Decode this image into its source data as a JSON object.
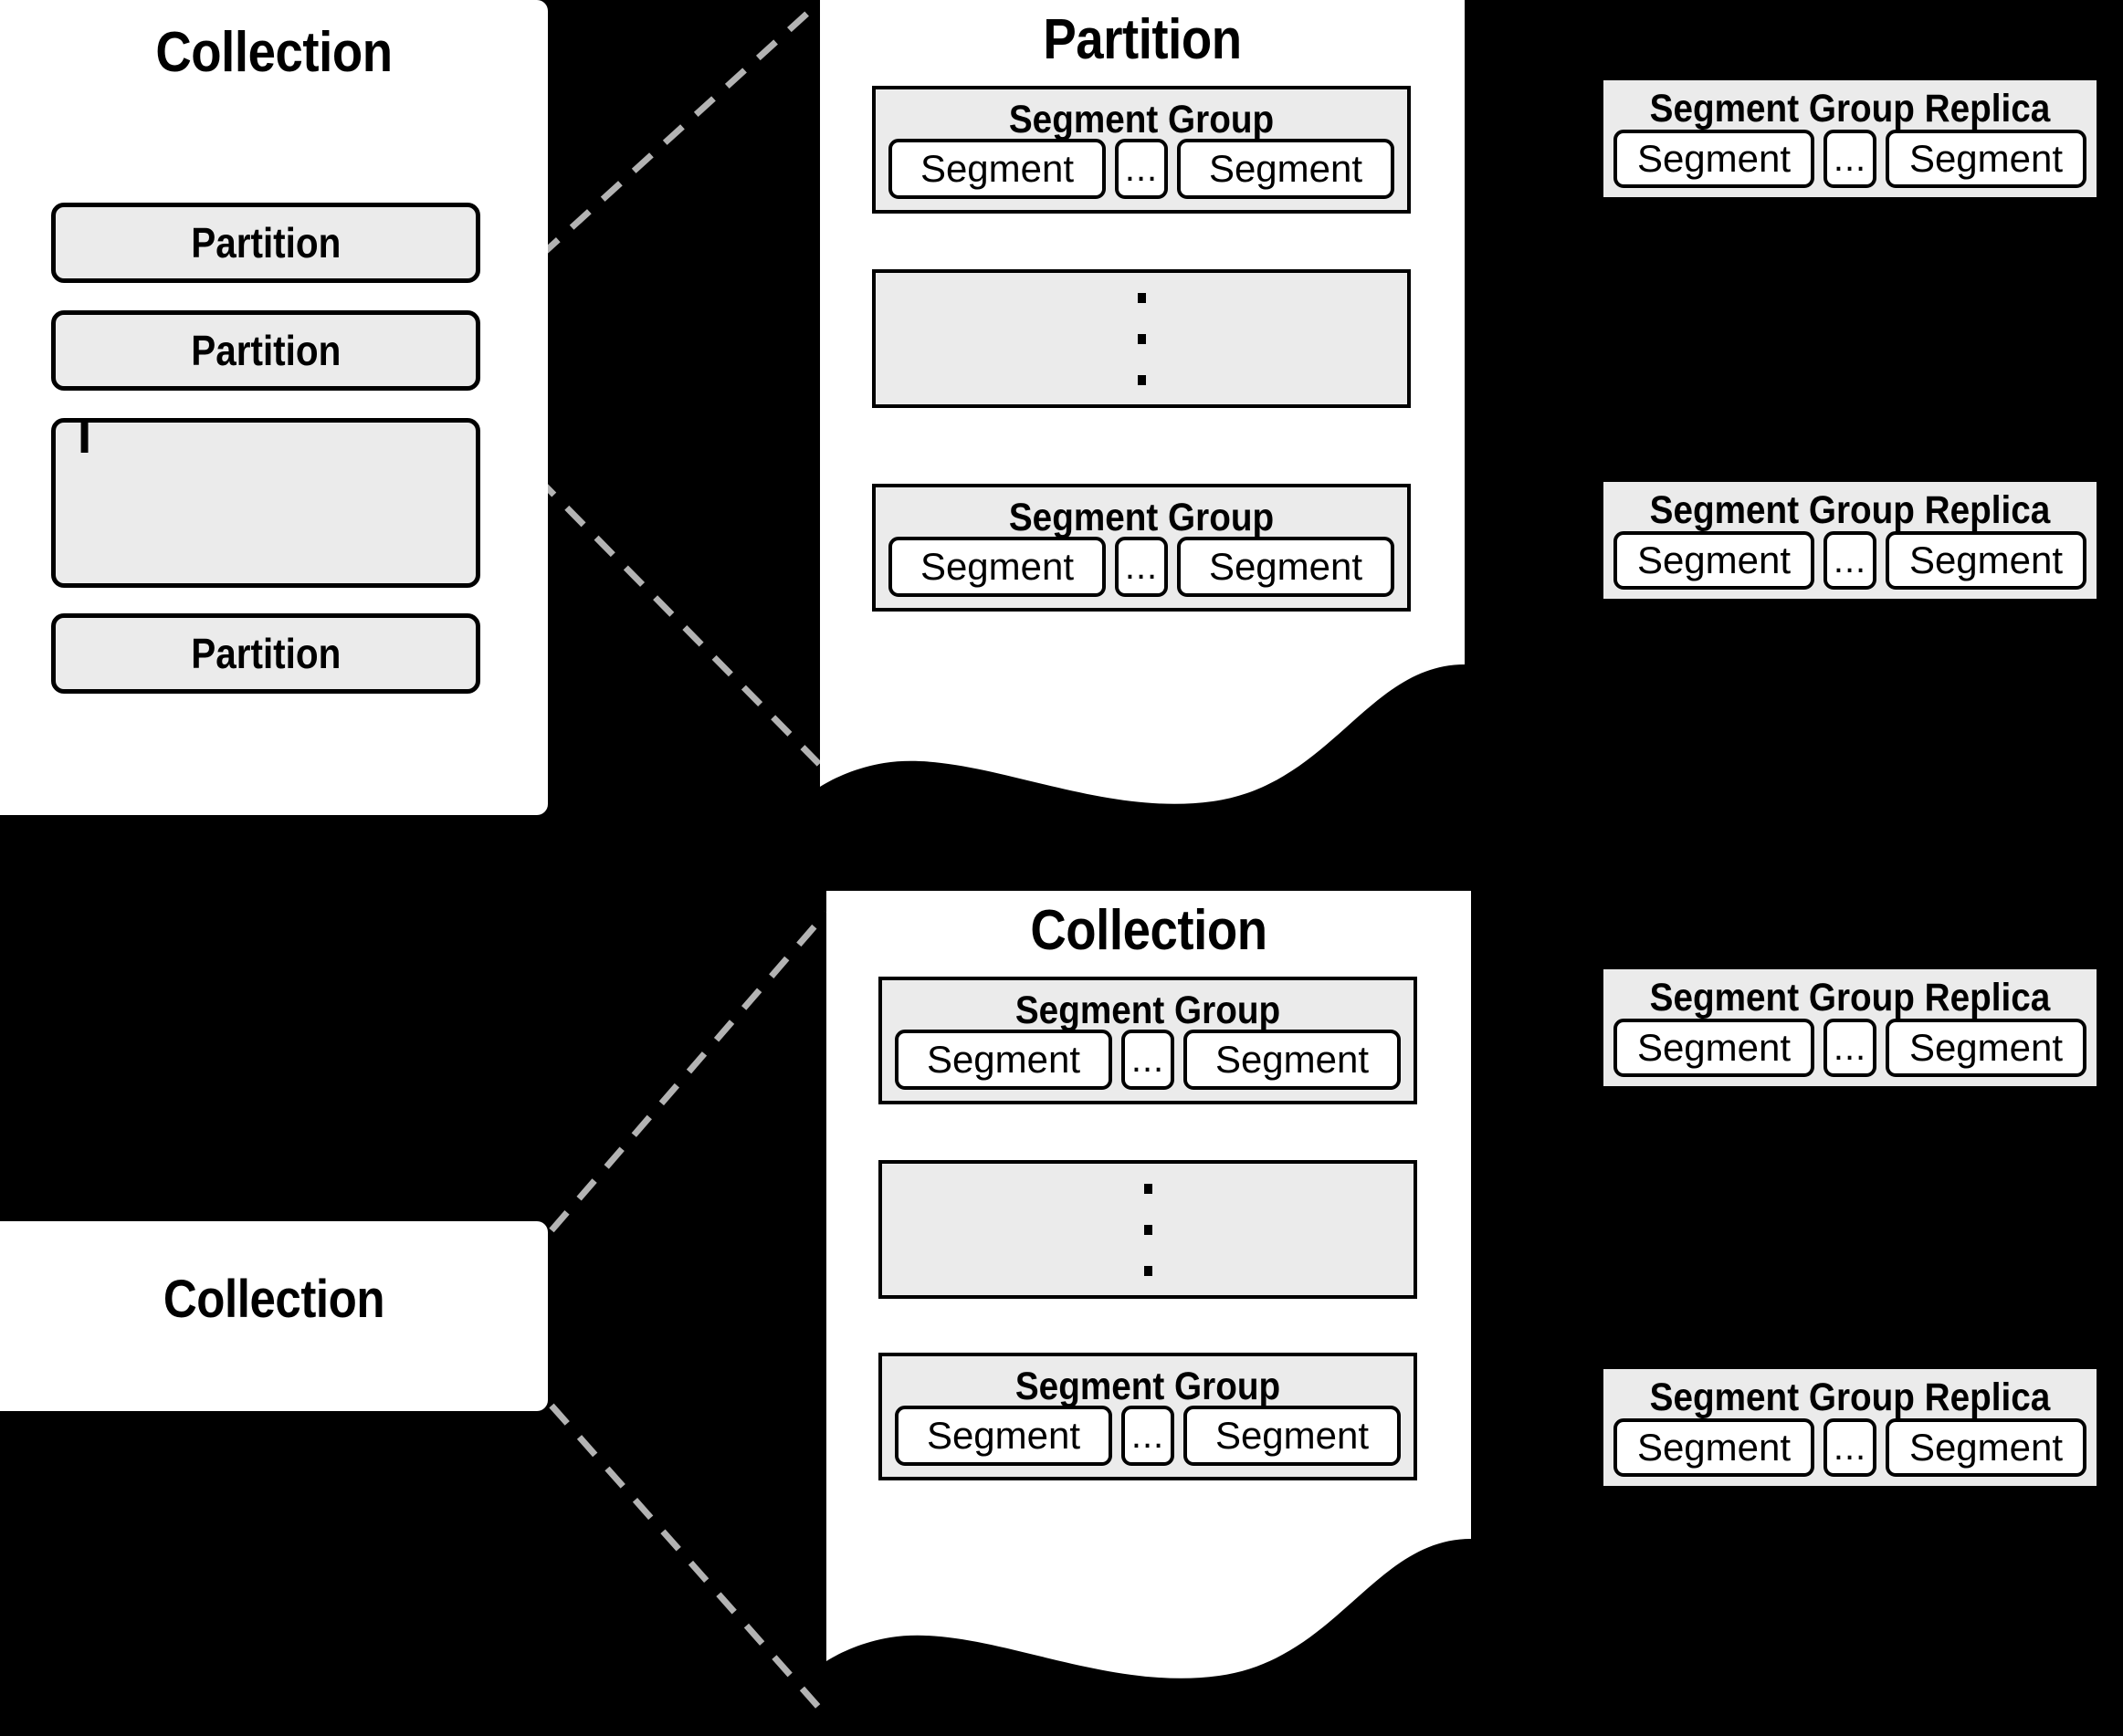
{
  "diagram": {
    "background_color": "#000000",
    "paper_color": "#ffffff",
    "box_fill": "#ebebeb",
    "line_color": "#000000",
    "connector_color": "#b3b3b3",
    "ellipsis_symbol": "...",
    "vertical_ellipsis_symbol": "⋮"
  },
  "left_collection": {
    "title": "Collection",
    "rows": [
      {
        "label": "Partition",
        "type": "item"
      },
      {
        "label": "Partition",
        "type": "item"
      },
      {
        "label": "",
        "type": "ellipsis"
      },
      {
        "label": "Partition",
        "type": "item"
      }
    ]
  },
  "partition_panel": {
    "title": "Partition",
    "blocks": [
      {
        "type": "segment-group",
        "title": "Segment Group",
        "segments": [
          "Segment",
          "...",
          "Segment"
        ]
      },
      {
        "type": "ellipsis",
        "title": ""
      },
      {
        "type": "segment-group",
        "title": "Segment Group",
        "segments": [
          "Segment",
          "...",
          "Segment"
        ]
      }
    ]
  },
  "partition_replicas": [
    {
      "title": "Segment Group Replica",
      "segments": [
        "Segment",
        "...",
        "Segment"
      ]
    },
    {
      "title": "Segment Group Replica",
      "segments": [
        "Segment",
        "...",
        "Segment"
      ]
    }
  ],
  "bottom_collection_box": {
    "title": "Collection"
  },
  "collection_panel": {
    "title": "Collection",
    "blocks": [
      {
        "type": "segment-group",
        "title": "Segment Group",
        "segments": [
          "Segment",
          "...",
          "Segment"
        ]
      },
      {
        "type": "ellipsis",
        "title": ""
      },
      {
        "type": "segment-group",
        "title": "Segment Group",
        "segments": [
          "Segment",
          "...",
          "Segment"
        ]
      }
    ]
  },
  "collection_replicas": [
    {
      "title": "Segment Group Replica",
      "segments": [
        "Segment",
        "...",
        "Segment"
      ]
    },
    {
      "title": "Segment Group Replica",
      "segments": [
        "Segment",
        "...",
        "Segment"
      ]
    }
  ]
}
